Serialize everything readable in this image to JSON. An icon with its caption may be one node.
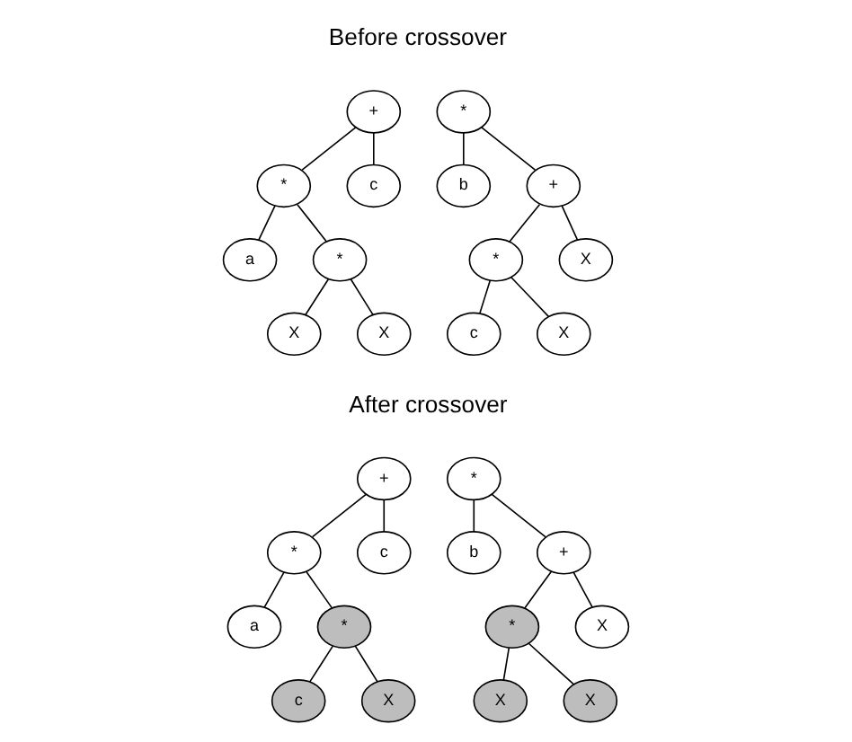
{
  "diagram": {
    "nodes": [
      {
        "text": [
          "+"
        ]
      },
      {
        "text": [
          "*"
        ]
      },
      {
        "text": [
          "c"
        ]
      },
      {
        "text": [
          "a"
        ]
      },
      {
        "text": [
          "*"
        ]
      },
      {
        "text": [
          "X"
        ]
      },
      {
        "text": [
          "X"
        ]
      },
      {
        "text": [
          "*"
        ]
      },
      {
        "text": [
          "b"
        ]
      },
      {
        "text": [
          "+"
        ]
      },
      {
        "text": [
          "*"
        ]
      },
      {
        "text": [
          "X"
        ]
      },
      {
        "text": [
          "c"
        ]
      },
      {
        "text": [
          "X"
        ]
      },
      {
        "text": [
          "+"
        ]
      },
      {
        "text": [
          "*"
        ]
      },
      {
        "text": [
          "c"
        ]
      },
      {
        "text": [
          "a"
        ]
      },
      {
        "text": [
          "*"
        ]
      },
      {
        "text": [
          "c"
        ]
      },
      {
        "text": [
          "X"
        ]
      },
      {
        "text": [
          "*"
        ]
      },
      {
        "text": [
          "b"
        ]
      },
      {
        "text": [
          "+"
        ]
      },
      {
        "text": [
          "*"
        ]
      },
      {
        "text": [
          "X"
        ]
      },
      {
        "text": [
          "X"
        ]
      },
      {
        "text": [
          "X"
        ]
      }
    ],
    "edges": [
      {
        "from": 0,
        "to": 1,
        "arrow": "none"
      },
      {
        "from": 0,
        "to": 2,
        "arrow": "none"
      },
      {
        "from": 1,
        "to": 3,
        "arrow": "none"
      },
      {
        "from": 1,
        "to": 4,
        "arrow": "none"
      },
      {
        "from": 4,
        "to": 5,
        "arrow": "none"
      },
      {
        "from": 4,
        "to": 6,
        "arrow": "none"
      },
      {
        "from": 7,
        "to": 8,
        "arrow": "none"
      },
      {
        "from": 7,
        "to": 9,
        "arrow": "none"
      },
      {
        "from": 9,
        "to": 10,
        "arrow": "none"
      },
      {
        "from": 9,
        "to": 11,
        "arrow": "none"
      },
      {
        "from": 10,
        "to": 12,
        "arrow": "none"
      },
      {
        "from": 10,
        "to": 13,
        "arrow": "none"
      },
      {
        "from": 14,
        "to": 15,
        "arrow": "none"
      },
      {
        "from": 14,
        "to": 16,
        "arrow": "none"
      },
      {
        "from": 15,
        "to": 17,
        "arrow": "none"
      },
      {
        "from": 15,
        "to": 18,
        "arrow": "none"
      },
      {
        "from": 18,
        "to": 19,
        "arrow": "none"
      },
      {
        "from": 18,
        "to": 20,
        "arrow": "none"
      },
      {
        "from": 21,
        "to": 22,
        "arrow": "none"
      },
      {
        "from": 21,
        "to": 23,
        "arrow": "none"
      },
      {
        "from": 23,
        "to": 24,
        "arrow": "none"
      },
      {
        "from": 23,
        "to": 25,
        "arrow": "none"
      },
      {
        "from": 24,
        "to": 26,
        "arrow": "none"
      },
      {
        "from": 24,
        "to": 27,
        "arrow": "none"
      }
    ],
    "labels": [
      "Before crossover",
      "After crossover"
    ]
  }
}
